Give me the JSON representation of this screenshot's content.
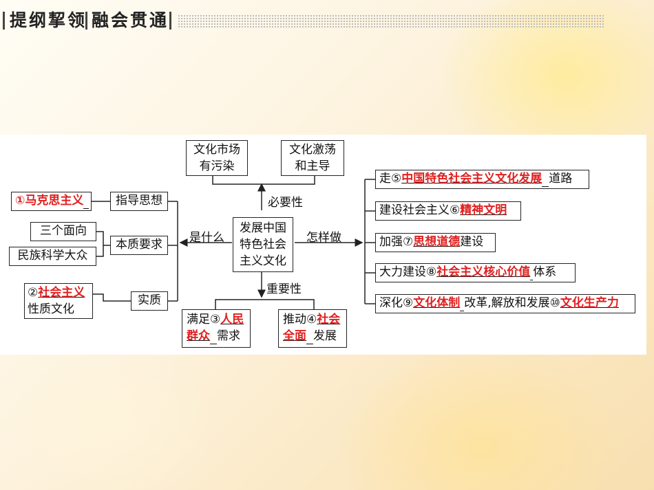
{
  "header": {
    "title_left": "提纲挈领",
    "title_right": "融会贯通"
  },
  "center": {
    "line1": "发展中国",
    "line2": "特色社会",
    "line3": "主义文化"
  },
  "edges": {
    "what": "是什么",
    "how": "怎样做",
    "necessity": "必要性",
    "importance": "重要性"
  },
  "necessity_boxes": [
    {
      "line1": "文化市场",
      "line2": "有污染"
    },
    {
      "line1": "文化激荡",
      "line2": "和主导"
    }
  ],
  "importance_boxes": {
    "left": {
      "prefix": "满足③",
      "answer1": "人民",
      "answer2": "群众",
      "suffix": "需求"
    },
    "right": {
      "prefix": "推动④",
      "answer1": "社会",
      "answer2": "全面",
      "suffix": "发展"
    }
  },
  "what_branch": {
    "guide": {
      "label": "指导思想",
      "answer": "①马克思主义"
    },
    "essence": {
      "label": "本质要求",
      "items": [
        "三个面向",
        "民族科学大众"
      ]
    },
    "nature": {
      "label": "实质",
      "prefix": "②",
      "answer": "社会主义",
      "suffix": "性质文化"
    }
  },
  "how_branch": [
    {
      "prefix": "走⑤",
      "answer": "中国特色社会主义文化发展",
      "suffix": "道路"
    },
    {
      "prefix": "建设社会主义⑥",
      "answer": "精神文明",
      "suffix": ""
    },
    {
      "prefix": "加强⑦",
      "answer": "思想道德",
      "suffix": "建设"
    },
    {
      "prefix": "大力建设⑧",
      "answer": "社会主义核心价值",
      "suffix": "体系"
    },
    {
      "prefix": "深化⑨",
      "answer": "文化体制",
      "mid": "改革,解放和发展⑩",
      "answer2": "文化生产力"
    }
  ]
}
